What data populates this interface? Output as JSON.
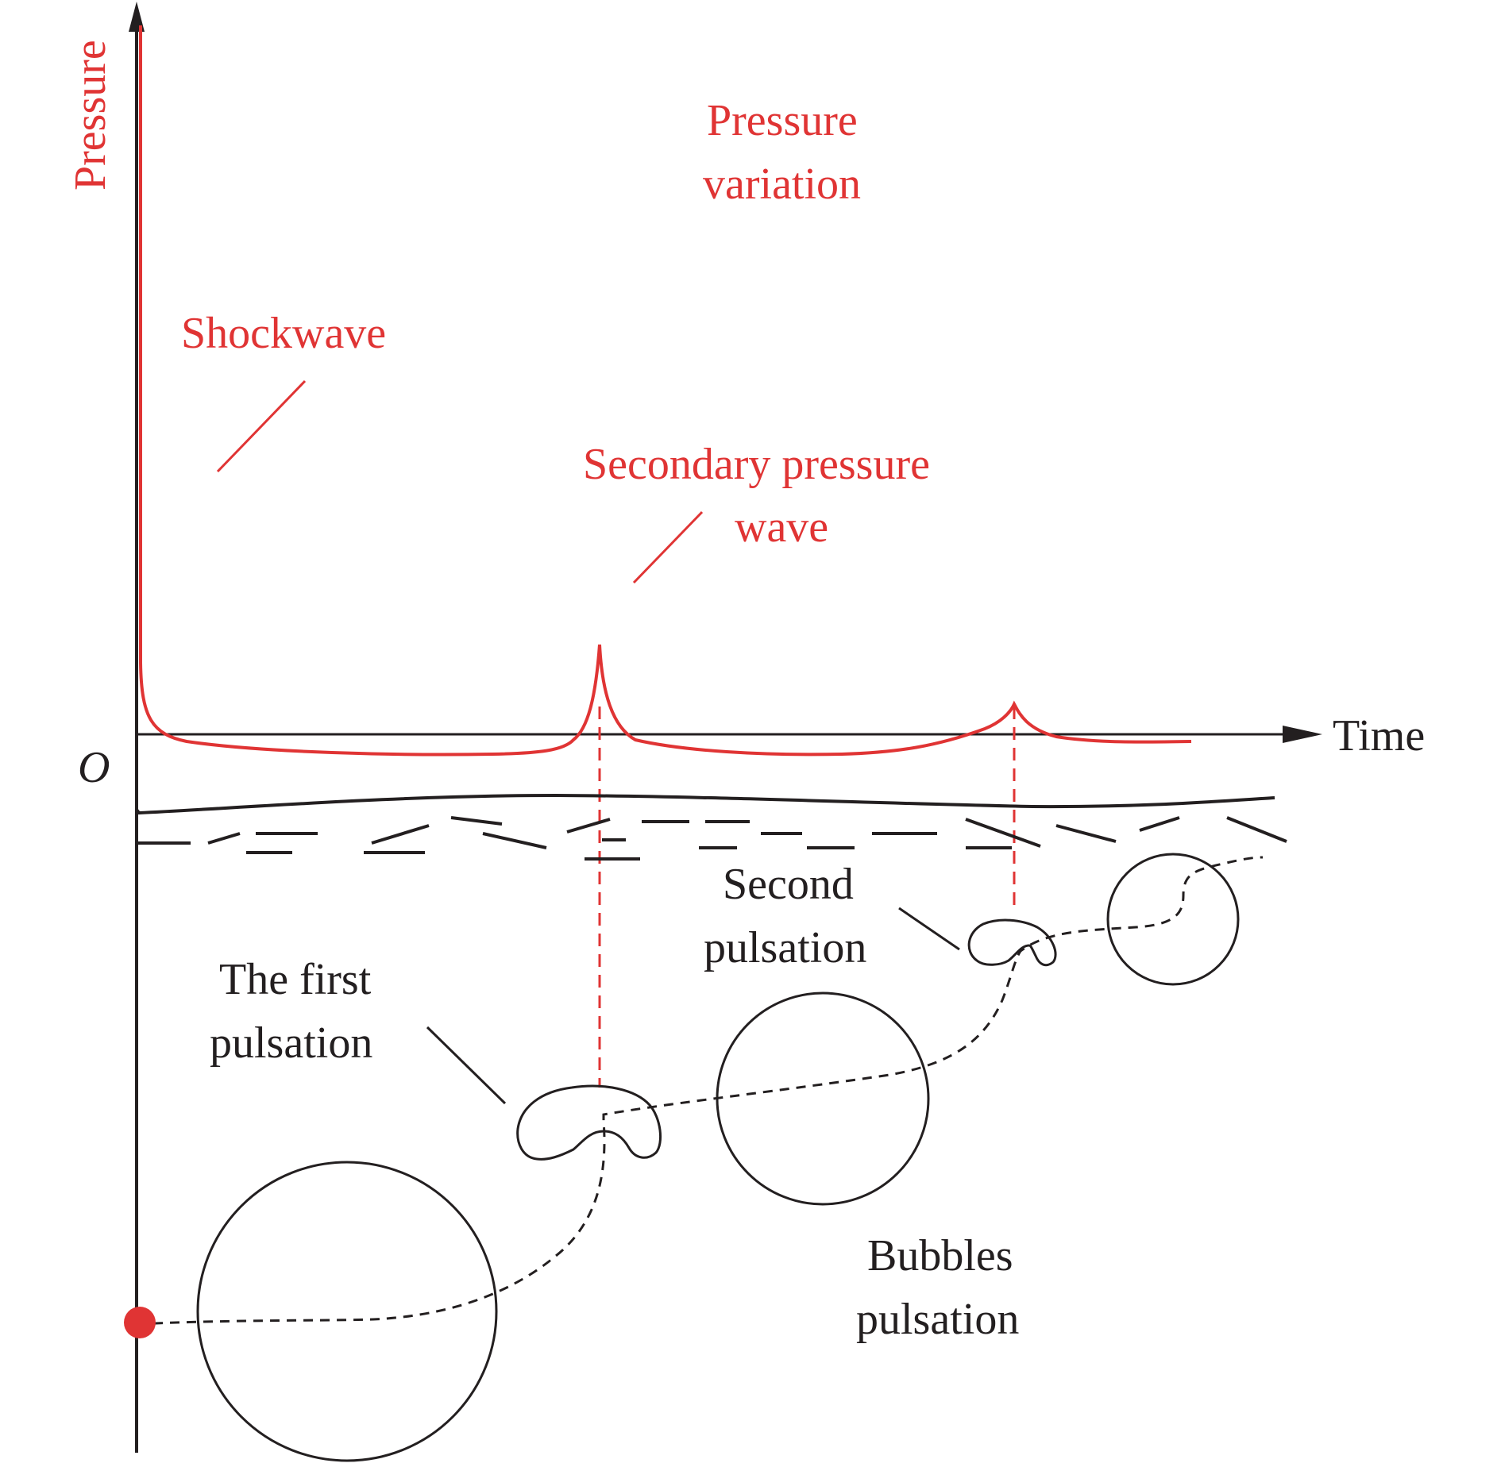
{
  "axes": {
    "y_label": "Pressure",
    "x_label": "Time",
    "origin_label": "O"
  },
  "labels": {
    "pressure_variation": [
      "Pressure",
      "variation"
    ],
    "shockwave": "Shockwave",
    "secondary_wave": [
      "Secondary pressure",
      "wave"
    ],
    "second_pulsation": [
      "Second",
      "pulsation"
    ],
    "first_pulsation": [
      "The first",
      "pulsation"
    ],
    "bubbles_pulsation": [
      "Bubbles",
      "pulsation"
    ]
  },
  "colors": {
    "pressure": "#e03434",
    "bubble": "#231f20",
    "axis": "#231f20"
  }
}
